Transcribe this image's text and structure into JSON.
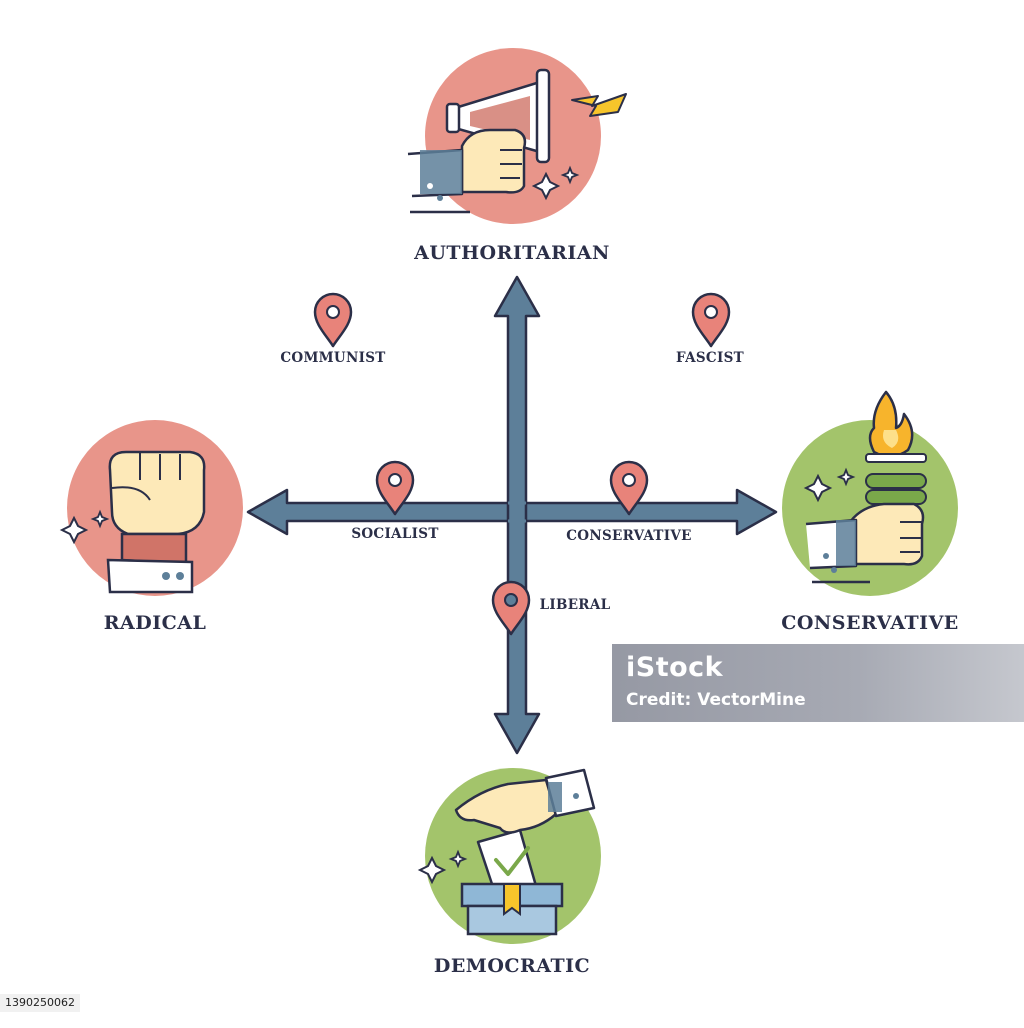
{
  "axes": {
    "top": "AUTHORITARIAN",
    "left": "RADICAL",
    "right": "CONSERVATIVE",
    "bottom": "DEMOCRATIC"
  },
  "markers": {
    "communist": "COMMUNIST",
    "fascist": "FASCIST",
    "socialist": "SOCIALIST",
    "conservative": "CONSERVATIVE",
    "liberal": "LIBERAL"
  },
  "watermark": {
    "logo": "iStock",
    "credit": "Credit: VectorMine"
  },
  "stock_id": "1390250062",
  "colors": {
    "axis": "#5d7f99",
    "outline": "#2b2f48",
    "red_circle": "#e8958a",
    "green_circle": "#a3c46b",
    "pin": "#e8837a",
    "skin": "#fde9b8",
    "flame": "#f7b42c"
  },
  "icons": {
    "authoritarian": "megaphone-hand-icon",
    "radical": "raised-fist-icon",
    "conservative": "torch-hand-icon",
    "democratic": "ballot-box-icon"
  }
}
